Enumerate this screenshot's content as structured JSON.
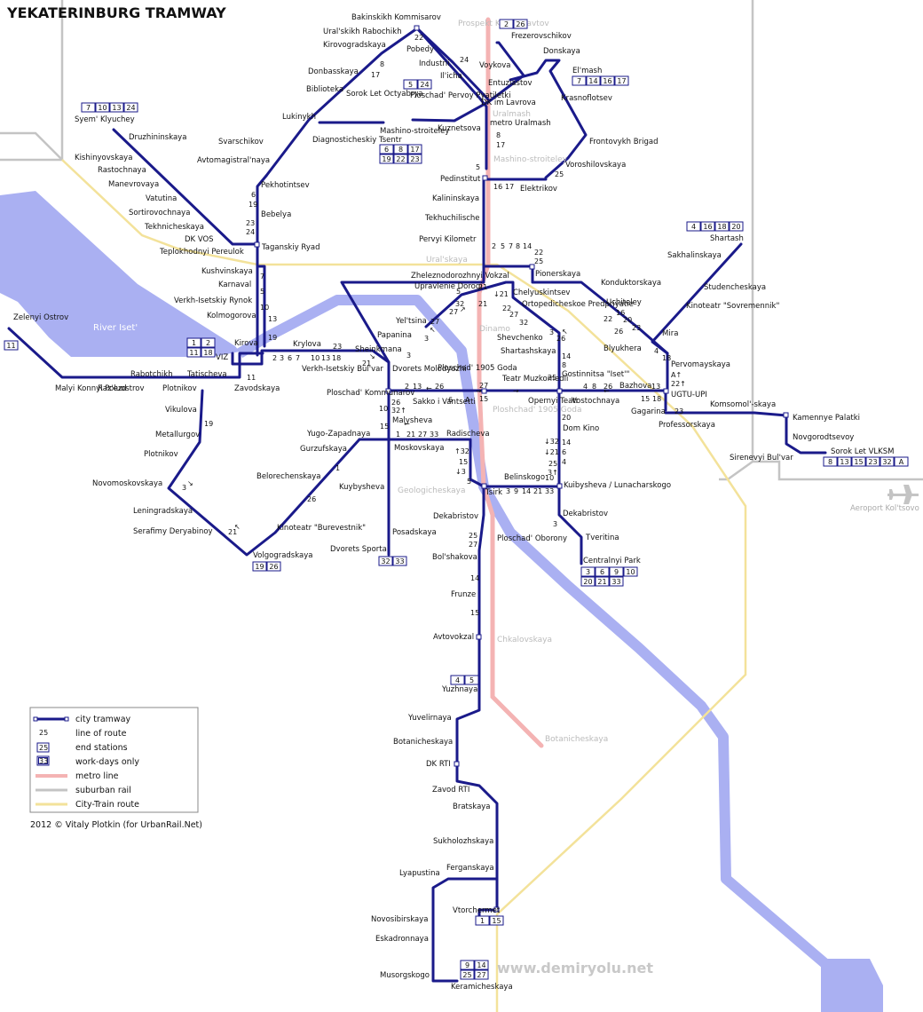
{
  "title": "YEKATERINBURG TRAMWAY",
  "colors": {
    "tram": "#1a1a8a",
    "metro": "#f4b3b3",
    "suburban": "#c4c4c4",
    "citytrain": "#f3e29a",
    "water": "#aab0f2"
  },
  "river_label": "River Iset'",
  "airport_label": "Aeroport Kol'tsovo",
  "credit": "2012 © Vitaly Plotkin (for UrbanRail.Net)",
  "watermark": "www.demiryolu.net",
  "legend": {
    "items": [
      {
        "sample": "line",
        "text": "city tramway"
      },
      {
        "sample": "25",
        "text": "line of route"
      },
      {
        "sample": "25",
        "text": "end stations"
      },
      {
        "sample": "33",
        "text": "work-days only"
      },
      {
        "sample": "metro",
        "text": "metro line"
      },
      {
        "sample": "suburban",
        "text": "suburban rail"
      },
      {
        "sample": "citytrain",
        "text": "City-Train route"
      }
    ]
  },
  "metro_stations": [
    {
      "name": "Prospekt Kosmonavtov"
    },
    {
      "name": "Uralmash"
    },
    {
      "name": "Mashino-stroiteley"
    },
    {
      "name": "Ural'skaya"
    },
    {
      "name": "Dinamo"
    },
    {
      "name": "Ploshchad' 1905 Goda"
    },
    {
      "name": "Geologicheskaya"
    },
    {
      "name": "Chkalovskaya"
    },
    {
      "name": "Botanicheskaya"
    }
  ],
  "stations": [
    {
      "name": "Bakinskikh Kommisarov"
    },
    {
      "name": "Ural'skikh Rabochikh"
    },
    {
      "name": "Kirovogradskaya"
    },
    {
      "name": "Pobedy"
    },
    {
      "name": "Industrii"
    },
    {
      "name": "Il'icha"
    },
    {
      "name": "Frezerovschikov"
    },
    {
      "name": "Voykova"
    },
    {
      "name": "Donskaya"
    },
    {
      "name": "El'mash"
    },
    {
      "name": "Entuziastov"
    },
    {
      "name": "Krasnoflotsev"
    },
    {
      "name": "Donbasskaya"
    },
    {
      "name": "Biblioteka"
    },
    {
      "name": "Sorok Let Octyabrya"
    },
    {
      "name": "Ploschad' Pervoy Pyatiletki"
    },
    {
      "name": "DK im Lavrova"
    },
    {
      "name": "metro Uralmash"
    },
    {
      "name": "Lukinykh"
    },
    {
      "name": "Diagnosticheskiy Tsentr"
    },
    {
      "name": "Mashino-stroiteley"
    },
    {
      "name": "Kuznetsova"
    },
    {
      "name": "Frontovykh Brigad"
    },
    {
      "name": "Syem' Klyuchey"
    },
    {
      "name": "Druzhininskaya"
    },
    {
      "name": "Svarschikov"
    },
    {
      "name": "Kishinyovskaya"
    },
    {
      "name": "Rastochnaya"
    },
    {
      "name": "Avtomagistral'naya"
    },
    {
      "name": "Voroshilovskaya"
    },
    {
      "name": "Pedinstitut"
    },
    {
      "name": "Elektrikov"
    },
    {
      "name": "Manevrovaya"
    },
    {
      "name": "Vatutina"
    },
    {
      "name": "Pekhotintsev"
    },
    {
      "name": "Sortirovochnaya"
    },
    {
      "name": "Kalininskaya"
    },
    {
      "name": "Tekhnicheskaya"
    },
    {
      "name": "Bebelya"
    },
    {
      "name": "Tekhuchilische"
    },
    {
      "name": "DK VOS"
    },
    {
      "name": "Teplokhodnyi Pereulok"
    },
    {
      "name": "Taganskiy Ryad"
    },
    {
      "name": "Pervyi Kilometr"
    },
    {
      "name": "Shartash"
    },
    {
      "name": "Sakhalinskaya"
    },
    {
      "name": "Kushvinskaya"
    },
    {
      "name": "Zheleznodorozhnyi Vokzal"
    },
    {
      "name": "Pionerskaya"
    },
    {
      "name": "Konduktorskaya"
    },
    {
      "name": "Karnaval"
    },
    {
      "name": "Upravlenie Dorogi"
    },
    {
      "name": "Chelyuskintsev"
    },
    {
      "name": "Studencheskaya"
    },
    {
      "name": "Verkh-Isetskiy Rynok"
    },
    {
      "name": "Uchiteley"
    },
    {
      "name": "Ortopedicheskoe Predpriyatie"
    },
    {
      "name": "Kinoteatr \"Sovremennik\""
    },
    {
      "name": "Kolmogorova"
    },
    {
      "name": "Yel'tsina"
    },
    {
      "name": "Zelenyi Ostrov"
    },
    {
      "name": "Papanina"
    },
    {
      "name": "Shevchenko"
    },
    {
      "name": "Blyukhera"
    },
    {
      "name": "Mira"
    },
    {
      "name": "Kirova"
    },
    {
      "name": "Krylova"
    },
    {
      "name": "Shartashskaya"
    },
    {
      "name": "Sheinkmana"
    },
    {
      "name": "VIZ"
    },
    {
      "name": "Pervomayskaya"
    },
    {
      "name": "Verkh-Isetskiy Bul'var"
    },
    {
      "name": "Dvorets Molodyozhi"
    },
    {
      "name": "Ploschad' 1905 Goda"
    },
    {
      "name": "Teatr Muzkomedii"
    },
    {
      "name": "Gostinnitsa \"Iset'\""
    },
    {
      "name": "Rabotchikh"
    },
    {
      "name": "Tatischeva"
    },
    {
      "name": "Malyi Konnyi Poluostrov"
    },
    {
      "name": "Raz'ezd"
    },
    {
      "name": "Plotnikov"
    },
    {
      "name": "Zavodskaya"
    },
    {
      "name": "Bazhova"
    },
    {
      "name": "UGTU-UPI"
    },
    {
      "name": "Ploschad' Kommunarov"
    },
    {
      "name": "Sakko i Vantsetti"
    },
    {
      "name": "Opernyi Teatr"
    },
    {
      "name": "Vostochnaya"
    },
    {
      "name": "Gagarina"
    },
    {
      "name": "Komsomol'-skaya"
    },
    {
      "name": "Kamennye Palatki"
    },
    {
      "name": "Professorskaya"
    },
    {
      "name": "Malysheva"
    },
    {
      "name": "Vikulova"
    },
    {
      "name": "Dom Kino"
    },
    {
      "name": "Novgorodtsevoy"
    },
    {
      "name": "Yugo-Zapadnaya"
    },
    {
      "name": "Radischeva"
    },
    {
      "name": "Metallurgov"
    },
    {
      "name": "Gurzufskaya"
    },
    {
      "name": "Moskovskaya"
    },
    {
      "name": "Sirenevyi Bul'var"
    },
    {
      "name": "Sorok Let VLKSM"
    },
    {
      "name": "Plotnikov"
    },
    {
      "name": "Belorechenskaya"
    },
    {
      "name": "Belinskogo"
    },
    {
      "name": "Novomoskovskaya"
    },
    {
      "name": "Kuybysheva"
    },
    {
      "name": "Tsirk"
    },
    {
      "name": "Kuibysheva / Lunacharskogo"
    },
    {
      "name": "Leningradskaya"
    },
    {
      "name": "Dekabristov"
    },
    {
      "name": "Dekabristov"
    },
    {
      "name": "Serafimy Deryabinoy"
    },
    {
      "name": "Kinoteatr \"Burevestnik\""
    },
    {
      "name": "Posadskaya"
    },
    {
      "name": "Ploschad' Oborony"
    },
    {
      "name": "Tveritina"
    },
    {
      "name": "Dvorets Sporta"
    },
    {
      "name": "Volgogradskaya"
    },
    {
      "name": "Bol'shakova"
    },
    {
      "name": "Centralnyi Park"
    },
    {
      "name": "Frunze"
    },
    {
      "name": "Avtovokzal"
    },
    {
      "name": "Yuzhnaya"
    },
    {
      "name": "Yuvelirnaya"
    },
    {
      "name": "Botanicheskaya"
    },
    {
      "name": "DK RTI"
    },
    {
      "name": "Zavod RTI"
    },
    {
      "name": "Bratskaya"
    },
    {
      "name": "Sukholozhskaya"
    },
    {
      "name": "Lyapustina"
    },
    {
      "name": "Ferganskaya"
    },
    {
      "name": "Vtorchermet"
    },
    {
      "name": "Novosibirskaya"
    },
    {
      "name": "Eskadronnaya"
    },
    {
      "name": "Musorgskogo"
    },
    {
      "name": "Keramicheskaya"
    }
  ],
  "end_boxes": [
    {
      "id": "kosmonavtov",
      "routes": [
        "2",
        "26"
      ]
    },
    {
      "id": "pyatiletki",
      "routes": [
        "5",
        "24"
      ]
    },
    {
      "id": "elmash",
      "routes": [
        "7",
        "14",
        "16",
        "17"
      ]
    },
    {
      "id": "mashinostr",
      "routes": [
        "6",
        "8",
        "17",
        "19",
        "22",
        "23"
      ]
    },
    {
      "id": "klyuchey",
      "routes": [
        "7",
        "10",
        "13",
        "24"
      ]
    },
    {
      "id": "shartash",
      "routes": [
        "4",
        "16",
        "18",
        "20"
      ]
    },
    {
      "id": "zelenyi",
      "routes": [
        "11"
      ]
    },
    {
      "id": "viz",
      "routes": [
        "1",
        "2",
        "11",
        "18"
      ]
    },
    {
      "id": "vlksm",
      "routes": [
        "8",
        "13",
        "15",
        "23",
        "32",
        "A"
      ]
    },
    {
      "id": "volgogradskaya",
      "routes": [
        "19",
        "26"
      ]
    },
    {
      "id": "sporta",
      "routes": [
        "32",
        "33"
      ]
    },
    {
      "id": "park",
      "routes": [
        "3",
        "6",
        "9",
        "10",
        "20",
        "21",
        "33"
      ]
    },
    {
      "id": "yuzhnaya",
      "routes": [
        "4",
        "5"
      ]
    },
    {
      "id": "vtorchermet",
      "routes": [
        "1",
        "15"
      ]
    },
    {
      "id": "keramicheskaya",
      "routes": [
        "9",
        "14",
        "25",
        "27"
      ]
    }
  ],
  "route_numbers": [
    "22",
    "24",
    "17",
    "8",
    "6",
    "19",
    "23",
    "24",
    "7",
    "5",
    "10",
    "13",
    "19",
    "8",
    "17",
    "5",
    "16",
    "17",
    "25",
    "2",
    "5",
    "7",
    "8",
    "14",
    "22",
    "25",
    "21",
    "↓21",
    "32",
    "27",
    "22",
    "27",
    "32",
    "3",
    "26",
    "21",
    "3",
    "5",
    "27",
    "3",
    "↗",
    "↖",
    "↖",
    "22",
    "26",
    "16",
    "20",
    "23",
    "4",
    "18",
    "A↑",
    "22↑",
    "2",
    "3",
    "6",
    "7",
    "10",
    "13",
    "18",
    "23",
    "21",
    "↘",
    "2",
    "13",
    "26",
    "6",
    "A",
    "27",
    "15",
    "14",
    "8",
    "25",
    "4",
    "8",
    "26",
    "13",
    "15",
    "18",
    "23",
    "11",
    "19",
    "10",
    "26",
    "32↑",
    "15",
    "1",
    "21",
    "27",
    "33",
    "←",
    "←",
    "→",
    "→",
    "←",
    "↑32",
    "15",
    "↓3",
    "↓32",
    "↓21",
    "25",
    "3↑",
    "5",
    "3",
    "9",
    "14",
    "21",
    "33",
    "10",
    "20",
    "14",
    "6",
    "4",
    "1",
    "26",
    "3",
    "21",
    "↘",
    "↖",
    "3",
    "25",
    "27",
    "14",
    "15"
  ]
}
